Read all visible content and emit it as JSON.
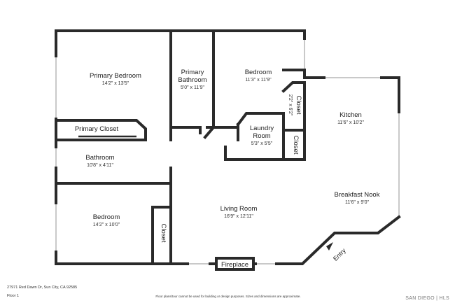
{
  "rooms": [
    {
      "id": "primary-bedroom",
      "name": "Primary Bedroom",
      "dims": "14'2\" x 13'5\""
    },
    {
      "id": "primary-bathroom",
      "name_lines": [
        "Primary",
        "Bathroom"
      ],
      "dims": "5'0\" x 11'9\""
    },
    {
      "id": "bedroom-north",
      "name": "Bedroom",
      "dims": "11'3\" x 11'9\""
    },
    {
      "id": "closet-a",
      "name": "Closet",
      "dims": "2'2\" x 6'2\""
    },
    {
      "id": "kitchen",
      "name": "Kitchen",
      "dims": "11'6\" x 10'2\""
    },
    {
      "id": "primary-closet",
      "name": "Primary Closet"
    },
    {
      "id": "laundry-room",
      "name_lines": [
        "Laundry",
        "Room"
      ],
      "dims": "5'3\" x 5'5\""
    },
    {
      "id": "closet-b",
      "name": "Closet"
    },
    {
      "id": "bathroom",
      "name": "Bathroom",
      "dims": "10'8\" x 4'11\""
    },
    {
      "id": "breakfast-nook",
      "name": "Breakfast Nook",
      "dims": "11'6\" x 9'0\""
    },
    {
      "id": "living-room",
      "name": "Living Room",
      "dims": "16'9\" x 12'11\""
    },
    {
      "id": "bedroom-south",
      "name": "Bedroom",
      "dims": "14'2\" x 10'0\""
    },
    {
      "id": "closet-c",
      "name": "Closet"
    }
  ],
  "fireplace": "Fireplace",
  "entry": "Entry",
  "footer": {
    "address": "27971 Red Dawn Dr, Sun City, CA 92585",
    "floor": "Floor 1",
    "disclaimer": "Floor plans/tour cannot be used for building or design purposes. Sizes and dimensions are approximate.",
    "brand": "SAN DIEGO | HLS"
  }
}
